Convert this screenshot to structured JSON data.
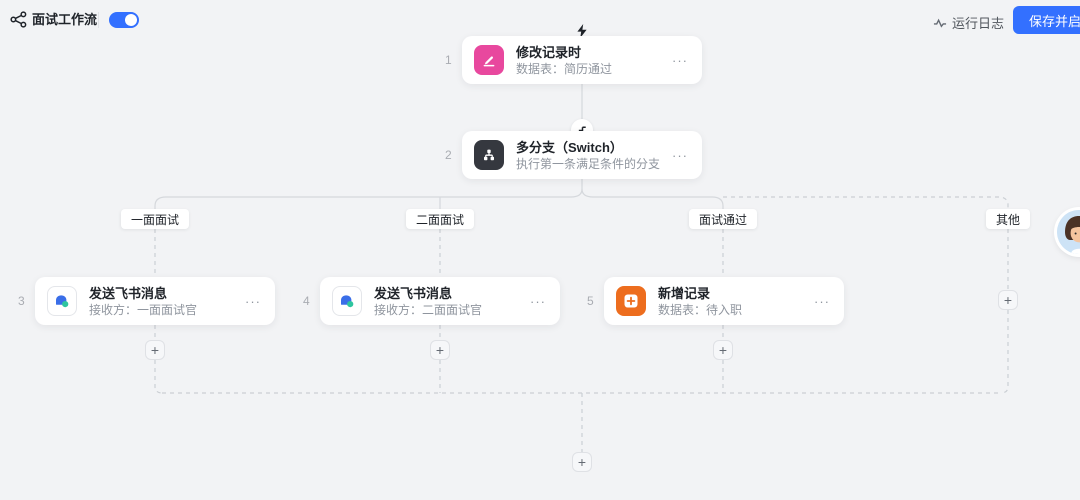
{
  "header": {
    "title": "面试工作流",
    "workflow_toggle_state": "on",
    "run_log_label": "运行日志",
    "save_button_label": "保存并启用"
  },
  "canvas": {
    "nodes": [
      {
        "index": "1",
        "title": "修改记录时",
        "subtitle": "数据表：简历通过",
        "icon": "edit-record-icon",
        "icon_bg": "#E8489E"
      },
      {
        "index": "2",
        "title": "多分支（Switch）",
        "subtitle": "执行第一条满足条件的分支",
        "icon": "switch-branch-icon",
        "icon_bg": "#35383F"
      },
      {
        "index": "3",
        "title": "发送飞书消息",
        "subtitle": "接收方：一面面试官",
        "icon": "feishu-message-icon",
        "icon_bg": "#FFFFFF"
      },
      {
        "index": "4",
        "title": "发送飞书消息",
        "subtitle": "接收方：二面面试官",
        "icon": "feishu-message-icon",
        "icon_bg": "#FFFFFF"
      },
      {
        "index": "5",
        "title": "新增记录",
        "subtitle": "数据表：待入职",
        "icon": "add-record-icon",
        "icon_bg": "#ED6D1E"
      }
    ],
    "branch_labels": [
      "一面面试",
      "二面面试",
      "面试通过",
      "其他"
    ],
    "menu_glyph": "···",
    "add_button_glyph": "+"
  },
  "colors": {
    "accent_blue": "#3370FF",
    "canvas_bg": "#F2F3F5",
    "trigger_icon_pink": "#E8489E",
    "switch_icon_dark": "#35383F",
    "add_record_orange": "#ED6D1E",
    "feishu_logo_blue": "#3A6EE8",
    "feishu_logo_green": "#2EC59F",
    "connector_gray": "#CDD0D5"
  }
}
